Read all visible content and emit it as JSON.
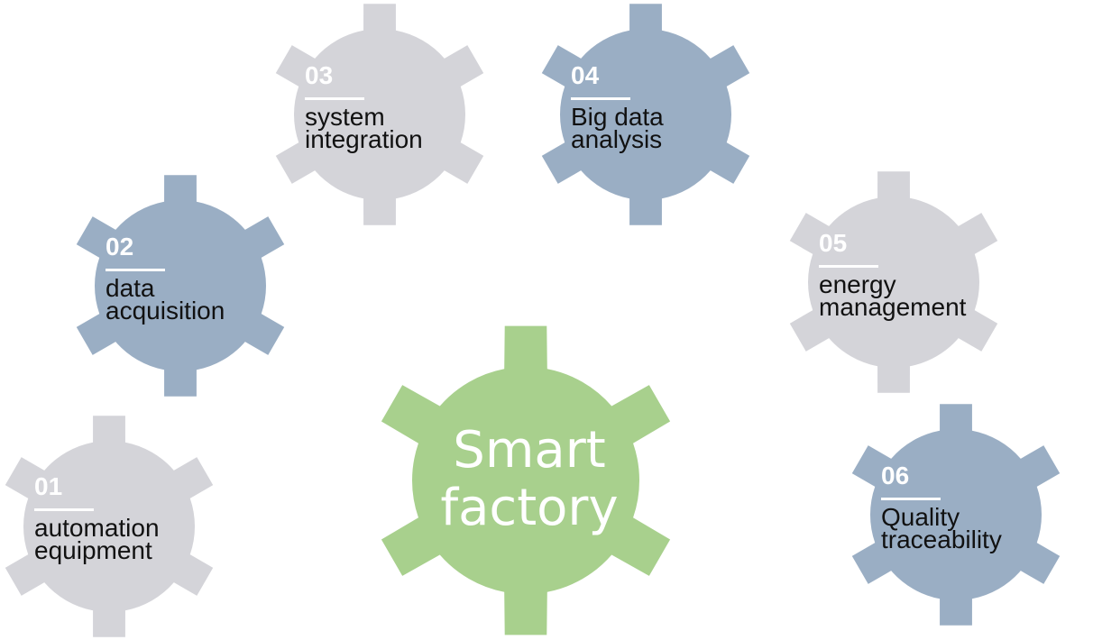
{
  "colors": {
    "blue_gear": "#9aaec4",
    "gray_gear": "#d4d4d9",
    "green_gear": "#a8d08d",
    "number_text": "#ffffff",
    "label_text": "#111111",
    "center_text": "#ffffff"
  },
  "center": {
    "line1": "Smart",
    "line2": "factory",
    "color": "green"
  },
  "gears": [
    {
      "number": "01",
      "line1": "automation",
      "line2": "equipment",
      "color": "gray"
    },
    {
      "number": "02",
      "line1": "data",
      "line2": "acquisition",
      "color": "blue"
    },
    {
      "number": "03",
      "line1": "system",
      "line2": "integration",
      "color": "gray"
    },
    {
      "number": "04",
      "line1": "Big data",
      "line2": "analysis",
      "color": "blue"
    },
    {
      "number": "05",
      "line1": "energy",
      "line2": "management",
      "color": "gray"
    },
    {
      "number": "06",
      "line1": "Quality",
      "line2": "traceability",
      "color": "blue"
    }
  ]
}
